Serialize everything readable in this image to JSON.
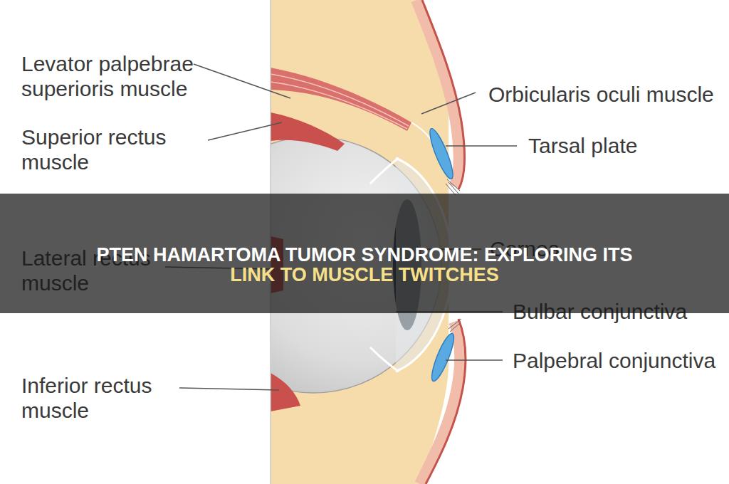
{
  "diagram": {
    "title": "PTEN HAMARTOMA TUMOR SYNDROME: EXPLORING ITS LINK TO MUSCLE TWITCHES",
    "labels": [
      "Levator palpebrae superioris muscle",
      "Superior rectus muscle",
      "Lateral rectus muscle",
      "Inferior rectus muscle",
      "Orbicularis oculi muscle",
      "Tarsal plate",
      "Cornea",
      "Bulbar conjunctiva",
      "Palpebral conjunctiva"
    ]
  }
}
